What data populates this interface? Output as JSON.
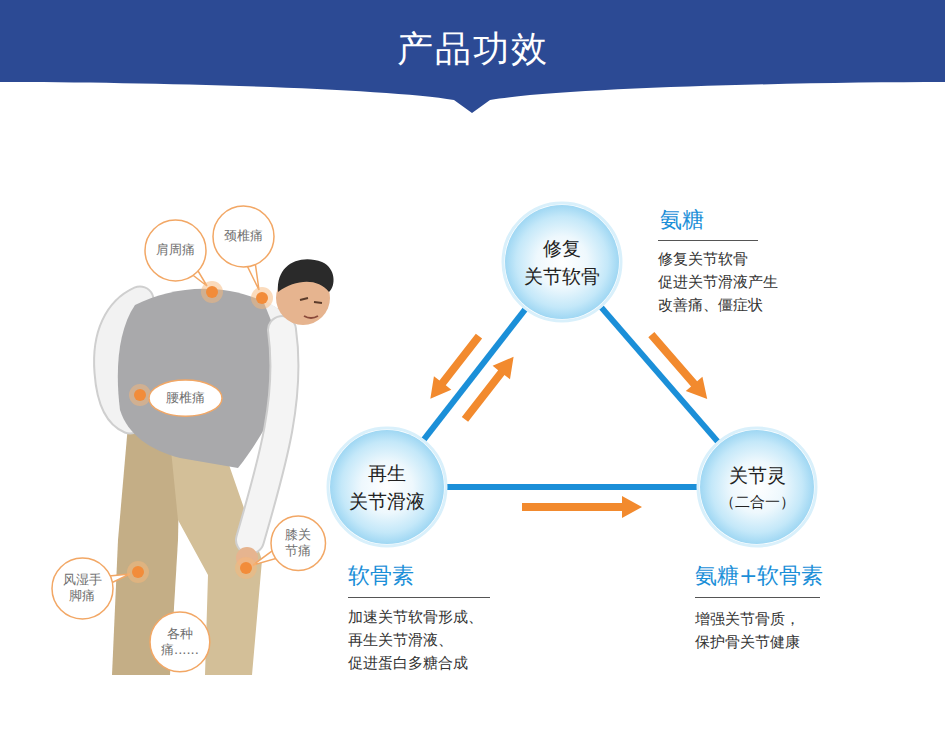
{
  "diagram": {
    "title": "产品功效",
    "nodes": [
      {
        "text": [
          "修复 关节软骨"
        ]
      },
      {
        "text": [
          "再生 关节滑液"
        ]
      },
      {
        "text": [
          "关节灵",
          "（二合一）"
        ]
      },
      {
        "text": [
          "肩周痛"
        ]
      },
      {
        "text": [
          "颈椎痛"
        ]
      },
      {
        "text": [
          "腰椎痛"
        ]
      },
      {
        "text": [
          "膝关 节痛"
        ]
      },
      {
        "text": [
          "风湿手 脚痛"
        ]
      },
      {
        "text": [
          "各种 痛......"
        ]
      }
    ],
    "edges": [
      {
        "from": 0,
        "to": 1,
        "arrow": "both"
      },
      {
        "from": 0,
        "to": 2,
        "arrow": "to"
      },
      {
        "from": 1,
        "to": 2,
        "arrow": "to"
      }
    ],
    "labels": [
      "氨糖",
      "修复关节软骨 促进关节滑液产生 改善痛、僵症状",
      "软骨素",
      "加速关节软骨形成、 再生关节滑液、 促进蛋白多糖合成",
      "氨糖+软骨素",
      "增强关节骨质， 保护骨关节健康"
    ]
  }
}
